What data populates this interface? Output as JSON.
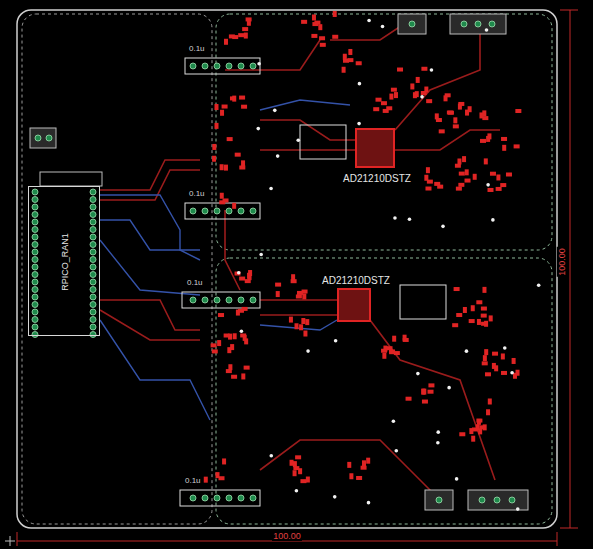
{
  "diagram": {
    "nodes": [
      {
        "text": [
          "AD21210DSTZ"
        ]
      },
      {
        "text": [
          "AD21210DSTZ"
        ]
      },
      {
        "text": [
          "RPICO_RAN1"
        ]
      }
    ],
    "labels": [
      "0.1u",
      "0.1u",
      "0.1u",
      "0.1u",
      "100.00",
      "100.00"
    ]
  }
}
